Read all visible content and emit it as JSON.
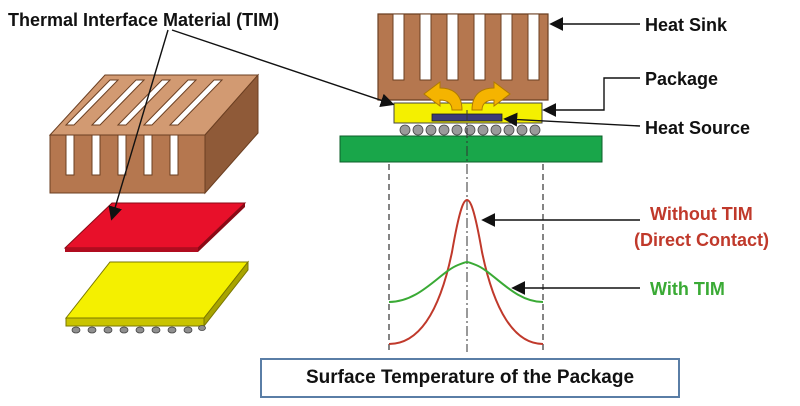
{
  "labels": {
    "tim": "Thermal Interface Material (TIM)",
    "heat_sink": "Heat Sink",
    "package": "Package",
    "heat_source": "Heat Source",
    "without_tim_1": "Without TIM",
    "without_tim_2": "(Direct Contact)",
    "with_tim": "With TIM",
    "caption": "Surface Temperature of the Package"
  },
  "colors": {
    "heat_sink": "#b5774f",
    "heat_sink_dark": "#7a4b2e",
    "tim": "#e8102a",
    "package": "#f4f000",
    "pcb": "#19a64a",
    "arrow": "#f5b400",
    "without_tim": "#c0392b",
    "with_tim": "#3aaa35",
    "frame": "#5a7ea6"
  },
  "icons": [
    "heat-flow-arrow-icon"
  ]
}
